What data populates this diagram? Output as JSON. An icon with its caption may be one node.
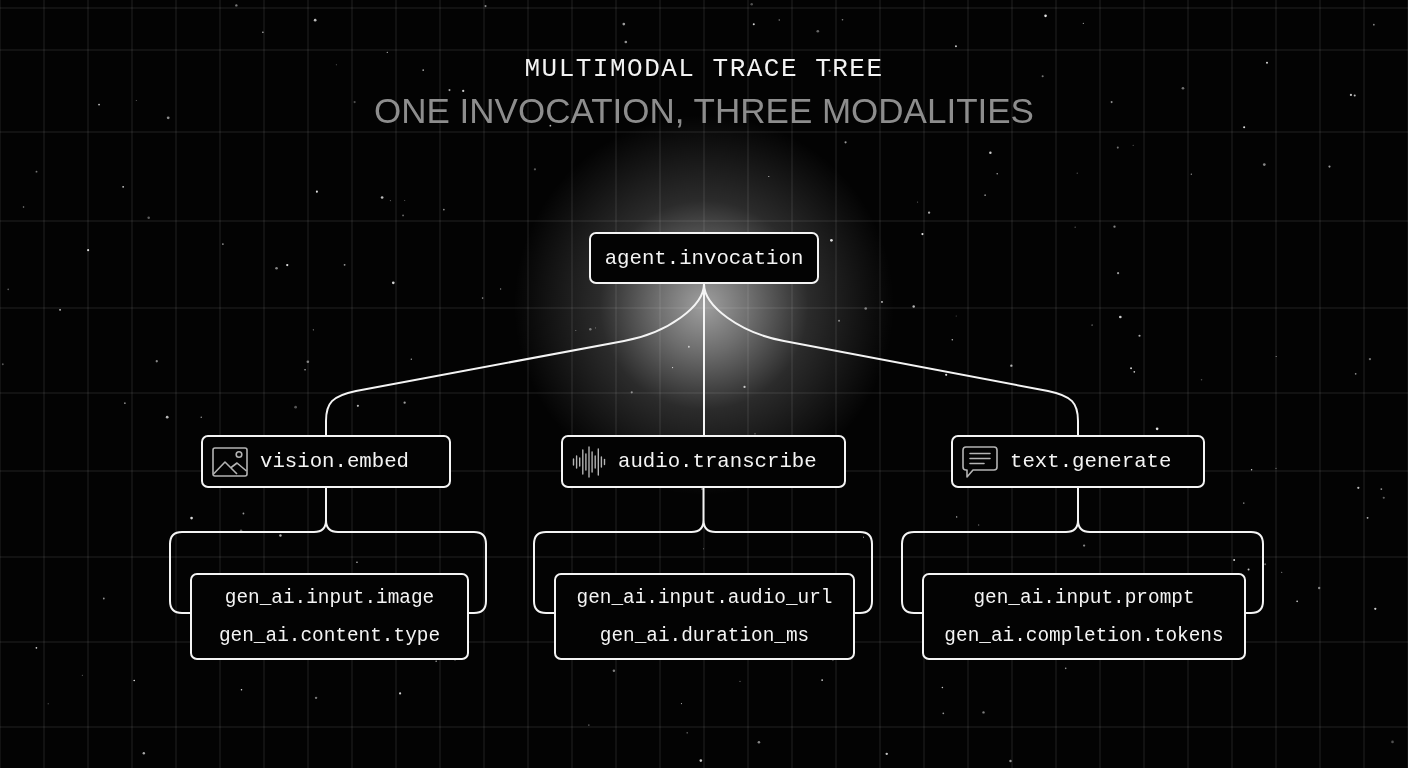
{
  "diagram": {
    "title": "MULTIMODAL TRACE TREE",
    "nodes": [
      {
        "text": [
          "agent.invocation"
        ]
      },
      {
        "text": [
          "vision.embed"
        ]
      },
      {
        "text": [
          "audio.transcribe"
        ]
      },
      {
        "text": [
          "text.generate"
        ]
      },
      {
        "text": [
          "gen_ai.input.image",
          "gen_ai.content.type"
        ]
      },
      {
        "text": [
          "gen_ai.input.audio_url",
          "gen_ai.duration_ms"
        ]
      },
      {
        "text": [
          "gen_ai.input.prompt",
          "gen_ai.completion.tokens"
        ]
      }
    ],
    "edges": [
      {
        "from": 0,
        "to": 1,
        "arrow": "none"
      },
      {
        "from": 0,
        "to": 2,
        "arrow": "none"
      },
      {
        "from": 0,
        "to": 3,
        "arrow": "none"
      },
      {
        "from": 1,
        "to": 4,
        "arrow": "none"
      },
      {
        "from": 2,
        "to": 5,
        "arrow": "none"
      },
      {
        "from": 3,
        "to": 6,
        "arrow": "none"
      }
    ],
    "labels": [
      "ONE INVOCATION, THREE MODALITIES"
    ]
  }
}
